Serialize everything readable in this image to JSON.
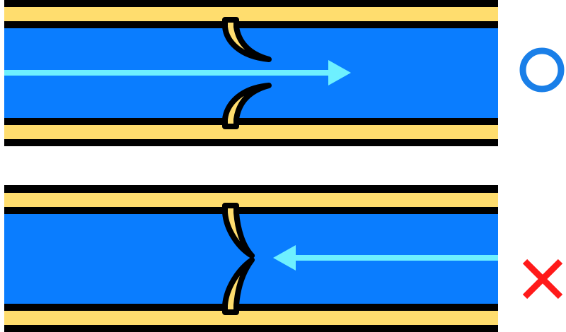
{
  "colors": {
    "background": "#ffffff",
    "outline": "#000000",
    "vessel_wall": "#ffdd6e",
    "blood": "#0a7dff",
    "flow_arrow": "#6ef0ff",
    "mark_ok": "#1a7fe8",
    "mark_ng": "#ff1a1a"
  },
  "panels": [
    {
      "id": "open-valve",
      "valve_state": "open",
      "flow_direction": "forward",
      "mark_icon": "circle-mark-icon"
    },
    {
      "id": "closed-valve",
      "valve_state": "closed",
      "flow_direction": "backward",
      "mark_icon": "cross-mark-icon"
    }
  ]
}
